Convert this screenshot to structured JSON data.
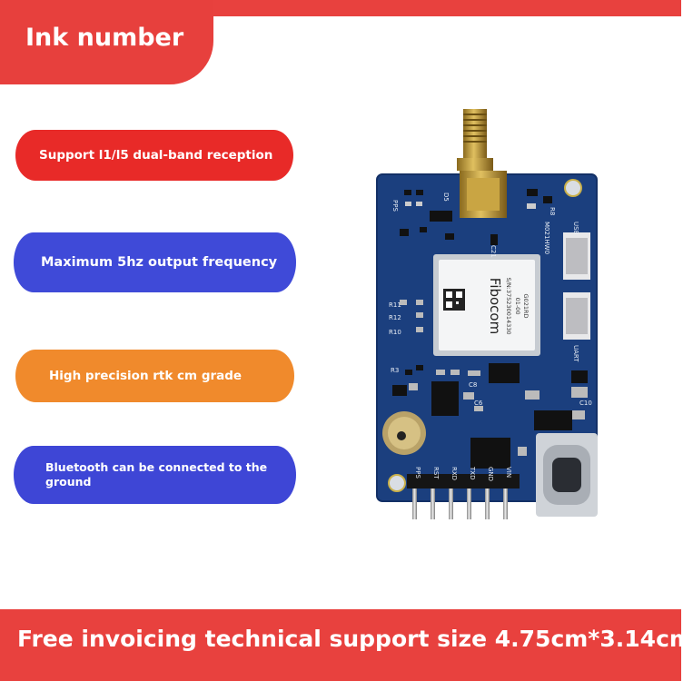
{
  "header": {
    "title": "Ink number"
  },
  "features": [
    {
      "text": "Support l1/l5 dual-band reception",
      "color": "#e82a28"
    },
    {
      "text": "Maximum 5hz output frequency",
      "color": "#3f4ad8"
    },
    {
      "text": "High precision rtk cm grade",
      "color": "#f08a2c"
    },
    {
      "text": "Bluetooth can be connected to the ground",
      "color": "#3e46d6"
    }
  ],
  "footer": {
    "text": "Free invoicing technical support size 4.75cm*3.14cm"
  },
  "board": {
    "module": {
      "brand": "Fibocom",
      "model": "G021RD",
      "rev": "01-00",
      "serial": "S/N:375230014330"
    },
    "silkscreen": {
      "pps": "PPS",
      "d5": "D5",
      "model_code": "M021HW0",
      "usb": "USB",
      "uart": "UART",
      "c21": "C21",
      "r8": "R8",
      "r11": "R11",
      "r12": "R12",
      "r10": "R10",
      "r3": "R3",
      "c8": "C8",
      "c6": "C6",
      "c10": "C10",
      "pin_labels": [
        "PPS",
        "RST",
        "RXD",
        "TXD",
        "GND",
        "VIN"
      ]
    }
  },
  "colors": {
    "accent": "#e8413e",
    "pcb": "#1a3f7f"
  }
}
